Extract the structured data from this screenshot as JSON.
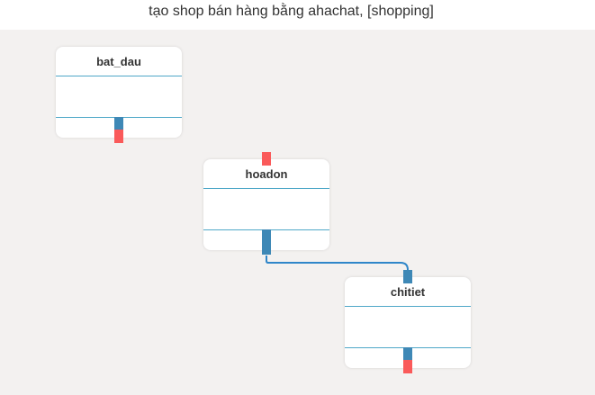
{
  "header": {
    "title": "tạo shop bán hàng bằng ahachat, [shopping]"
  },
  "colors": {
    "canvas_bg": "#f3f1f0",
    "node_bg": "#ffffff",
    "divider": "#4fa8c8",
    "port_blue": "#3e88b6",
    "port_red": "#fa5a5a",
    "link": "#2f86c9"
  },
  "nodes": [
    {
      "name": "bat_dau"
    },
    {
      "name": "hoadon"
    },
    {
      "name": "chitiet"
    }
  ],
  "links": [
    {
      "from": "hoadon",
      "to": "chitiet"
    }
  ]
}
